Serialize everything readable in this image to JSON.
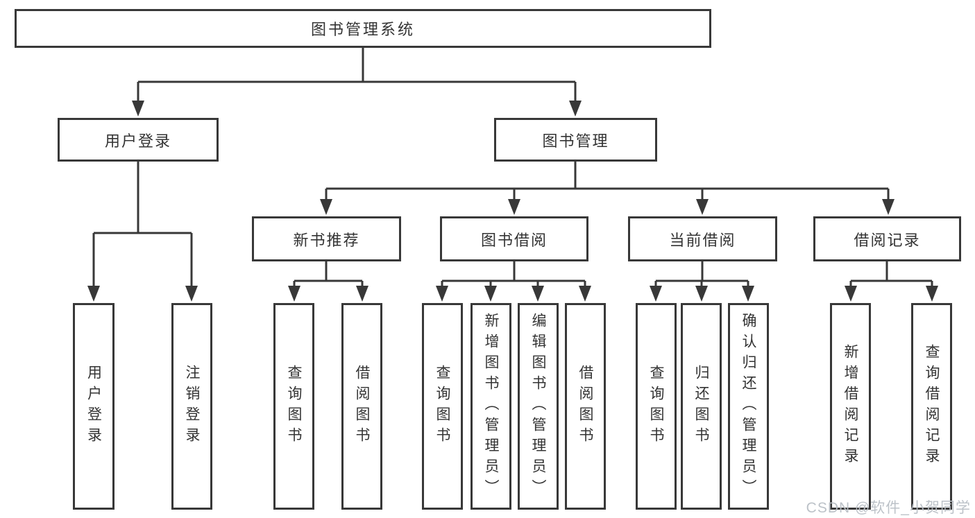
{
  "diagram_type": "hierarchy",
  "colors": {
    "line": "#383838",
    "box_border": "#383838",
    "box_fill": "#ffffff",
    "text": "#333333",
    "watermark": "#b9bfc6",
    "background": "#ffffff"
  },
  "nodes": {
    "root": "图书管理系统",
    "user_login": "用户登录",
    "book_management": "图书管理",
    "new_book_recommend": "新书推荐",
    "book_borrow": "图书借阅",
    "current_borrow": "当前借阅",
    "borrow_records": "借阅记录",
    "leaf_user_login": "用户登录",
    "leaf_logout": "注销登录",
    "nb_query_book": "查询图书",
    "nb_borrow_book": "借阅图书",
    "bb_query_book": "查询图书",
    "bb_add_book": "新增图书（管理员）",
    "bb_edit_book": "编辑图书（管理员）",
    "bb_borrow_book": "借阅图书",
    "cb_query_book": "查询图书",
    "cb_return_book": "归还图书",
    "cb_confirm_return": "确认归还（管理员）",
    "br_add_record": "新增借阅记录",
    "br_query_record": "查询借阅记录"
  },
  "watermark": "CSDN @软件_小贺同学"
}
